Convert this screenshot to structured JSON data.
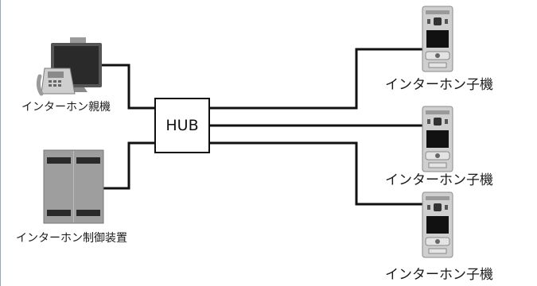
{
  "hub": {
    "label": "HUB"
  },
  "master": {
    "label": "インターホン親機",
    "icon": "desk-monitor-phone-icon"
  },
  "controller": {
    "label": "インターホン制御装置",
    "icon": "control-unit-icon"
  },
  "slaves": [
    {
      "label": "インターホン子機",
      "icon": "door-station-icon"
    },
    {
      "label": "インターホン子機",
      "icon": "door-station-icon"
    },
    {
      "label": "インターホン子機",
      "icon": "door-station-icon"
    }
  ],
  "colors": {
    "line": "#111111",
    "device_panel": "#d4d4d4",
    "device_dark": "#222222"
  }
}
